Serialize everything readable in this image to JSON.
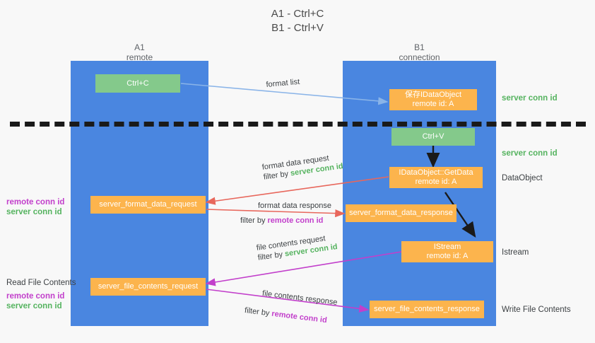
{
  "title": {
    "line1": "A1 - Ctrl+C",
    "line2": "B1 - Ctrl+V"
  },
  "lanes": [
    {
      "name": "A1",
      "sub": "remote"
    },
    {
      "name": "B1",
      "sub": "connection"
    }
  ],
  "colors": {
    "lane": "#4a86e0",
    "green_box": "#84c98b",
    "orange_box": "#fcb44d",
    "server_conn_id": "#55b35f",
    "remote_conn_id": "#c23fcb",
    "arrow_blue": "#8ab4e8",
    "arrow_red": "#e8675c",
    "arrow_magenta": "#c23fcb",
    "arrow_black": "#1a1a1a",
    "background": "#f8f8f8"
  },
  "boxes": {
    "ctrl_c": "Ctrl+C",
    "ctrl_v": "Ctrl+V",
    "idataobject": {
      "line1": "保存IDataObject",
      "line2": "remote id: A"
    },
    "getdata": {
      "line1": "IDataObject::GetData",
      "line2": "remote id: A"
    },
    "istream": {
      "line1": "IStream",
      "line2": "remote id: A"
    },
    "server_format_data_request": "server_format_data_request",
    "server_format_data_response": "server_format_data_response",
    "server_file_contents_request": "server_file_contents_request",
    "server_file_contents_response": "server_file_contents_response"
  },
  "right_labels": {
    "server_conn_id_top": "server conn id",
    "server_conn_id_mid": "server conn id",
    "dataobject": "DataObject",
    "istream": "Istream",
    "write_file_contents": "Write File Contents"
  },
  "left_labels": {
    "format_remote": "remote conn id",
    "format_server": "server conn id",
    "read_file_contents": "Read File Contents",
    "file_remote": "remote conn id",
    "file_server": "server conn id"
  },
  "edges": {
    "format_list": "format list",
    "format_data_request": "format data request",
    "format_data_request_filter_prefix": "filter by ",
    "format_data_request_filter_value": "server conn id",
    "format_data_response": "format data response",
    "format_data_response_filter_prefix": "filter by ",
    "format_data_response_filter_value": "remote conn id",
    "file_contents_request": "file contents request",
    "file_contents_request_filter_prefix": "filter by ",
    "file_contents_request_filter_value": "server conn id",
    "file_contents_response": "file contents response",
    "file_contents_response_filter_prefix": "filter by ",
    "file_contents_response_filter_value": "remote conn id"
  }
}
